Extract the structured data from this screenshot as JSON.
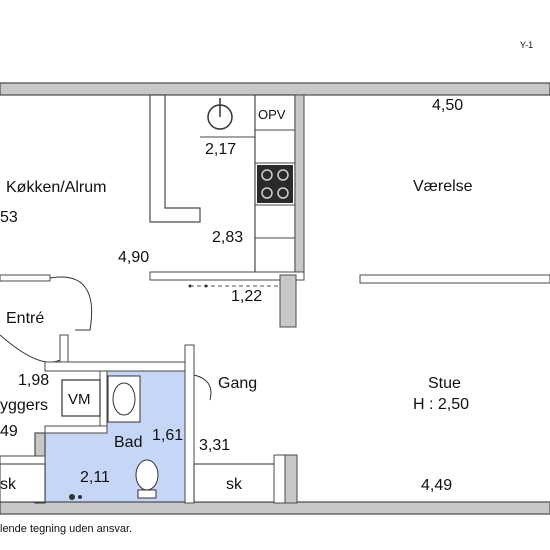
{
  "colors": {
    "wall": "#4a4a4a",
    "wall_fill": "#c8c8c8",
    "bath_fill": "#c5d6f7",
    "line": "#555555",
    "text": "#111111"
  },
  "plan": {
    "corner_mark": "Y-1",
    "disclaimer": "lende tegning uden ansvar.",
    "rooms": {
      "kitchen": "Køkken/Alrum",
      "kitchen_area_partial": "53",
      "bedroom": "Værelse",
      "entry": "Entré",
      "living": "Stue",
      "living_height": "H : 2,50",
      "hall": "Gang",
      "bath": "Bad",
      "utility_partial": "yggers",
      "utility_dim_partial": "49",
      "vm": "VM",
      "sk_left": "sk",
      "sk_middle": "sk",
      "opv": "OPV"
    },
    "dimensions": {
      "d_4_50": "4,50",
      "d_2_17": "2,17",
      "d_2_83": "2,83",
      "d_4_90": "4,90",
      "d_1_22": "1,22",
      "d_1_98": "1,98",
      "d_1_61": "1,61",
      "d_3_31": "3,31",
      "d_2_11": "2,11",
      "d_4_49": "4,49"
    }
  }
}
